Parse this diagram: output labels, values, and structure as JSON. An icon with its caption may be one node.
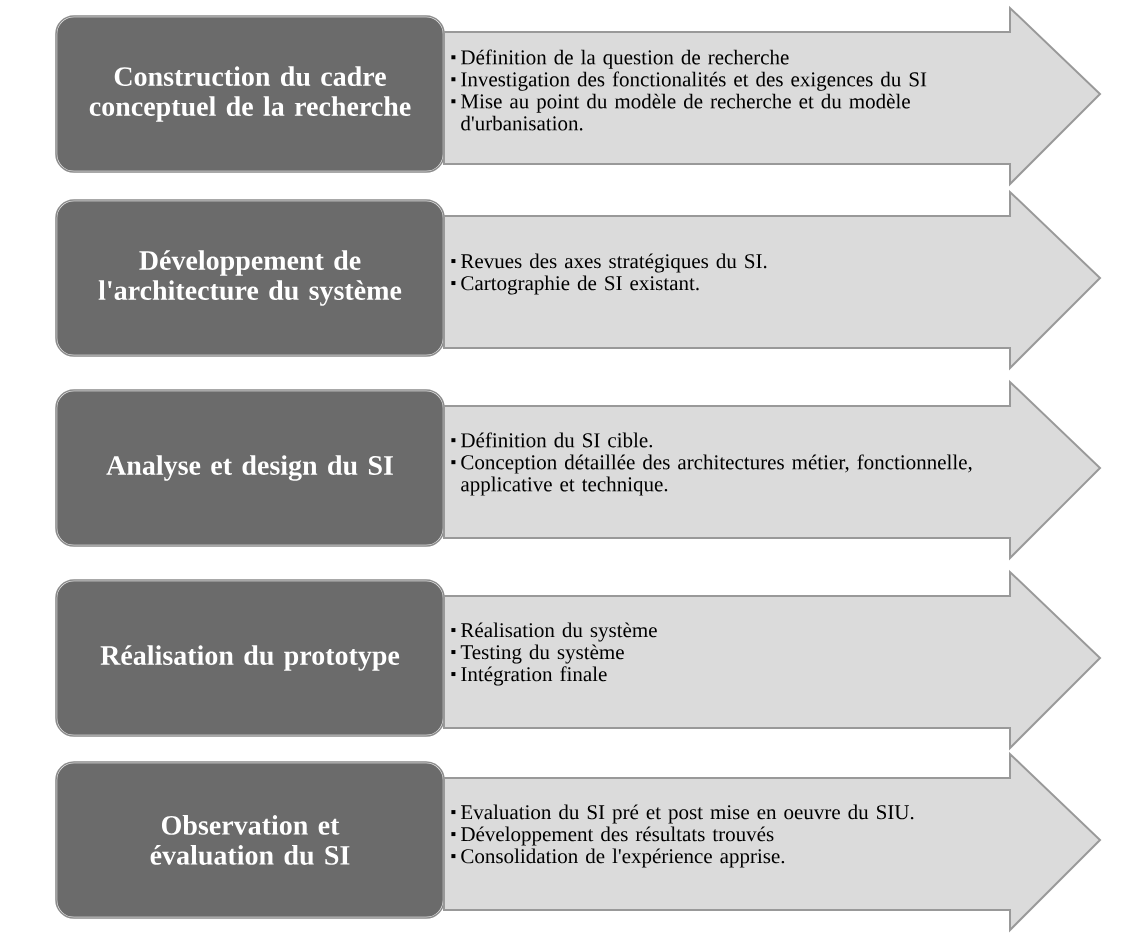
{
  "diagram": {
    "nodes": [
      {
        "text": [
          "Construction du cadre conceptuel de la recherche"
        ]
      },
      {
        "text": [
          "Définition de la question de recherche",
          "Investigation  des fonctionalités et des exigences du SI",
          "Mise au point du modèle de recherche et du modèle d'urbanisation."
        ]
      },
      {
        "text": [
          "Développement de l'architecture du système"
        ]
      },
      {
        "text": [
          "Revues des axes stratégiques du SI.",
          "Cartographie de SI existant."
        ]
      },
      {
        "text": [
          "Analyse et design du SI"
        ]
      },
      {
        "text": [
          "Définition  du  SI cible.",
          "Conception détaillée des architectures métier, fonctionnelle, applicative  et technique."
        ]
      },
      {
        "text": [
          "Réalisation du prototype"
        ]
      },
      {
        "text": [
          "Réalisation du système",
          "Testing du système",
          "Intégration finale"
        ]
      },
      {
        "text": [
          "Observation et évaluation du SI"
        ]
      },
      {
        "text": [
          "Evaluation  du SI pré et post mise en oeuvre du SIU.",
          "Développement  des résultats trouvés",
          "Consolidation de l'expérience apprise."
        ]
      }
    ]
  }
}
